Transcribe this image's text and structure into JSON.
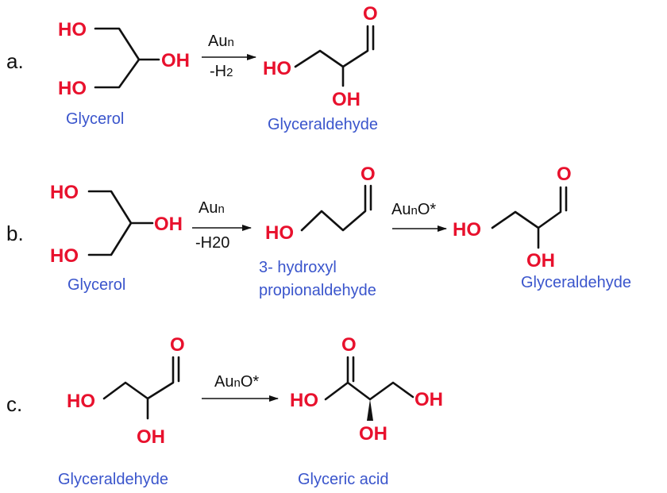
{
  "colors": {
    "heteroatom": "#e8112d",
    "compound_name": "#3a55cc",
    "bond": "#111111"
  },
  "rows": [
    {
      "label": "a.",
      "molecules": [
        {
          "name": "Glycerol",
          "atoms": [
            "HO",
            "OH",
            "HO"
          ]
        },
        {
          "name": "Glyceraldehyde",
          "atoms": [
            "O",
            "HO",
            "OH"
          ]
        }
      ],
      "arrows": [
        {
          "above": "Au",
          "above_sub": "n",
          "below": "-H",
          "below_sub": "2"
        }
      ]
    },
    {
      "label": "b.",
      "molecules": [
        {
          "name": "Glycerol",
          "atoms": [
            "HO",
            "OH",
            "HO"
          ]
        },
        {
          "name_line1": "3- hydroxyl",
          "name_line2": "propionaldehyde",
          "atoms": [
            "O",
            "HO"
          ]
        },
        {
          "name": "Glyceraldehyde",
          "atoms": [
            "O",
            "HO",
            "OH"
          ]
        }
      ],
      "arrows": [
        {
          "above": "Au",
          "above_sub": "n",
          "below": "-H20"
        },
        {
          "above": "Au",
          "above_sub": "n",
          "above_tail": "O*"
        }
      ]
    },
    {
      "label": "c.",
      "molecules": [
        {
          "name": "Glyceraldehyde",
          "atoms": [
            "O",
            "HO",
            "OH"
          ]
        },
        {
          "name": "Glyceric acid",
          "atoms": [
            "O",
            "HO",
            "OH",
            "OH"
          ]
        }
      ],
      "arrows": [
        {
          "above": "Au",
          "above_sub": "n",
          "above_tail": "O*"
        }
      ]
    }
  ]
}
